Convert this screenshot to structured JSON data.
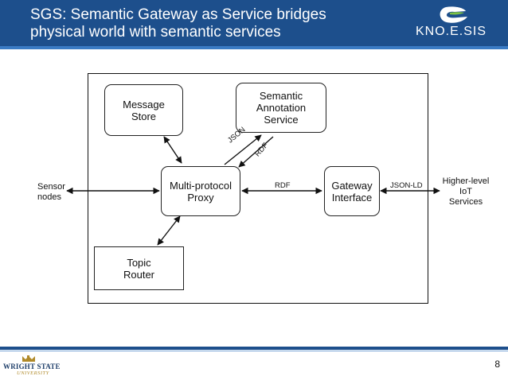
{
  "slide": {
    "title": "SGS: Semantic Gateway as Service bridges\nphysical world with semantic services",
    "logo_text": "KNO.E.SIS",
    "footer_logo_name": "WRIGHT STATE",
    "footer_logo_sub": "UNIVERSITY",
    "page_number": "8"
  },
  "colors": {
    "header_bg": "#1d4f8c",
    "accent": "#3a7bc4",
    "logo_green": "#7dc243"
  },
  "diagram": {
    "nodes": {
      "message_store": "Message\nStore",
      "annotation_service": "Semantic\nAnnotation\nService",
      "proxy": "Multi-protocol\nProxy",
      "gateway": "Gateway\nInterface",
      "topic_router": "Topic\nRouter"
    },
    "external": {
      "sensor_nodes": "Sensor\nnodes",
      "iot_services": "Higher-level\nIoT\nServices"
    },
    "edges": {
      "json": "JSON",
      "rdf_back": "RDF",
      "rdf": "RDF",
      "json_ld": "JSON-LD"
    }
  }
}
